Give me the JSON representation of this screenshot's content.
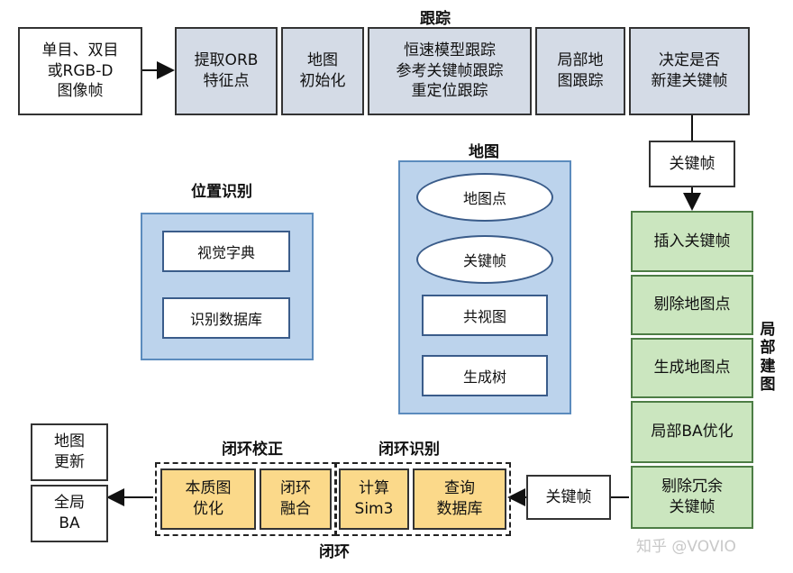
{
  "tracking": {
    "title": "跟踪",
    "input": "单目、双目\n或RGB-D\n图像帧",
    "steps": [
      "提取ORB\n特征点",
      "地图\n初始化",
      "恒速模型跟踪\n参考关键帧跟踪\n重定位跟踪",
      "局部地\n图跟踪",
      "决定是否\n新建关键帧"
    ]
  },
  "keyframe_label_top": "关键帧",
  "local_mapping": {
    "title": "局\n部\n建\n图",
    "steps": [
      "插入关键帧",
      "剔除地图点",
      "生成地图点",
      "局部BA优化",
      "剔除冗余\n关键帧"
    ]
  },
  "map": {
    "title": "地图",
    "items": [
      "地图点",
      "关键帧",
      "共视图",
      "生成树"
    ]
  },
  "place_recognition": {
    "title": "位置识别",
    "items": [
      "视觉字典",
      "识别数据库"
    ]
  },
  "keyframe_label_bottom": "关键帧",
  "loop": {
    "title": "闭环",
    "detection_title": "闭环识别",
    "correction_title": "闭环校正",
    "detection_steps": [
      "计算\nSim3",
      "查询\n数据库"
    ],
    "correction_steps": [
      "本质图\n优化",
      "闭环\n融合"
    ]
  },
  "outputs": [
    "地图\n更新",
    "全局\nBA"
  ],
  "watermark": "知乎 @VOVIO"
}
